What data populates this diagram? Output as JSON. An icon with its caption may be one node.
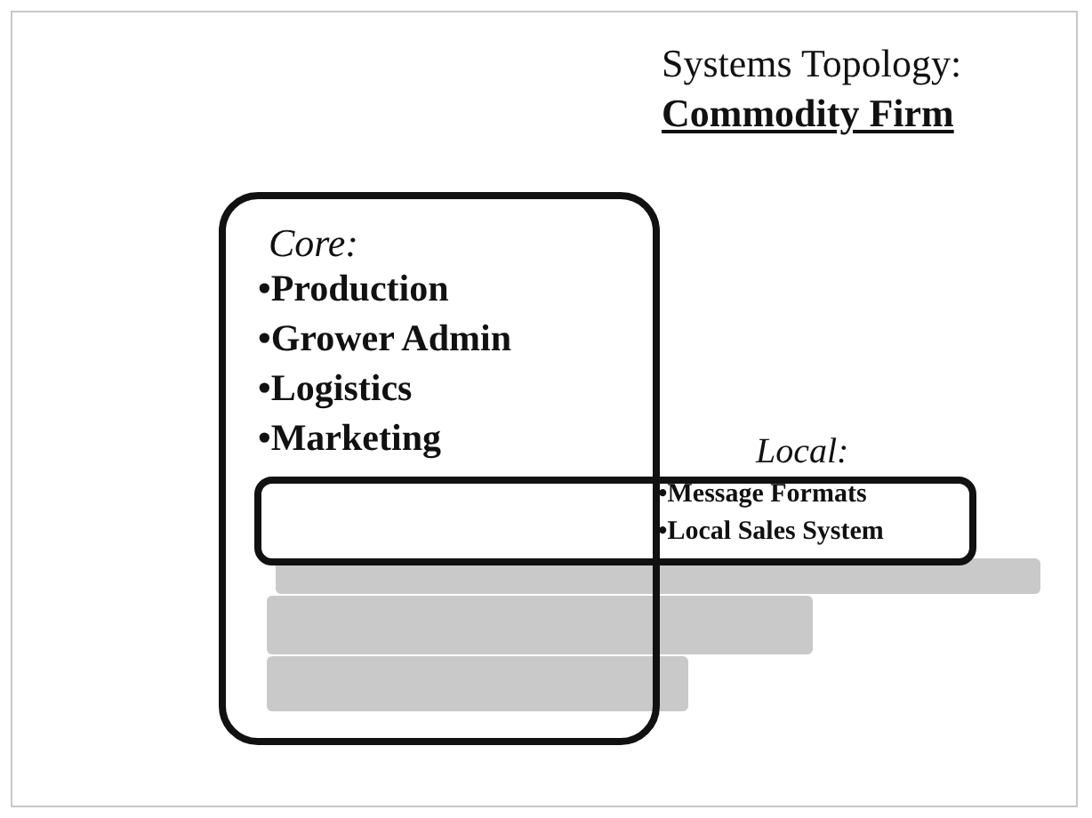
{
  "diagram": {
    "title": "Systems Topology: **Commodity Firm**",
    "nodes": [
      {
        "text": [
          "Core:",
          "•Production",
          "•Grower Admin",
          "•Logistics",
          "•Marketing"
        ]
      },
      {
        "text": [
          "Local:",
          "•Message Formats",
          "•Local Sales System"
        ]
      },
      {
        "text": [],
        "shape": "bar"
      },
      {
        "text": [],
        "shape": "bar"
      },
      {
        "text": [],
        "shape": "bar"
      }
    ]
  }
}
